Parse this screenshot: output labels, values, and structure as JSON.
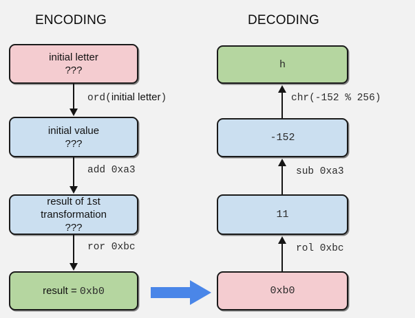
{
  "diagram": {
    "background_color": "#f2f2f2",
    "columns": {
      "encoding_title": "ENCODING",
      "decoding_title": "DECODING"
    },
    "colors": {
      "pink": "#f4ccd0",
      "blue": "#cbdff0",
      "green": "#b5d6a0",
      "stroke": "#1a1a1a",
      "transition_arrow": "#4a86e8"
    },
    "encoding": {
      "nodes": [
        {
          "id": "initial-letter",
          "line1": "initial letter",
          "line2": "???",
          "fill": "pink"
        },
        {
          "id": "initial-value",
          "line1": "initial value",
          "line2": "???",
          "fill": "blue"
        },
        {
          "id": "first-transform",
          "line1": "result of 1st",
          "line2": "transformation",
          "line3": "???",
          "fill": "blue"
        },
        {
          "id": "encoded-result",
          "prefix": "result = ",
          "value": "0xb0",
          "fill": "green"
        }
      ],
      "edges": [
        {
          "id": "ord",
          "mono_prefix": "ord(",
          "sans_mid": "initial letter",
          "mono_suffix": ")"
        },
        {
          "id": "add",
          "label": "add 0xa3"
        },
        {
          "id": "ror",
          "label": "ror 0xbc"
        }
      ]
    },
    "decoding": {
      "nodes": [
        {
          "id": "decoded-letter",
          "value": "h",
          "fill": "green"
        },
        {
          "id": "neg152",
          "value": "-152",
          "fill": "blue"
        },
        {
          "id": "eleven",
          "value": "11",
          "fill": "blue"
        },
        {
          "id": "encoded-input",
          "value": "0xb0",
          "fill": "pink"
        }
      ],
      "edges": [
        {
          "id": "chr",
          "label": "chr(-152 % 256)"
        },
        {
          "id": "sub",
          "label": "sub 0xa3"
        },
        {
          "id": "rol",
          "label": "rol 0xbc"
        }
      ]
    },
    "transition_arrow_label": "encoding-to-decoding-arrow"
  }
}
